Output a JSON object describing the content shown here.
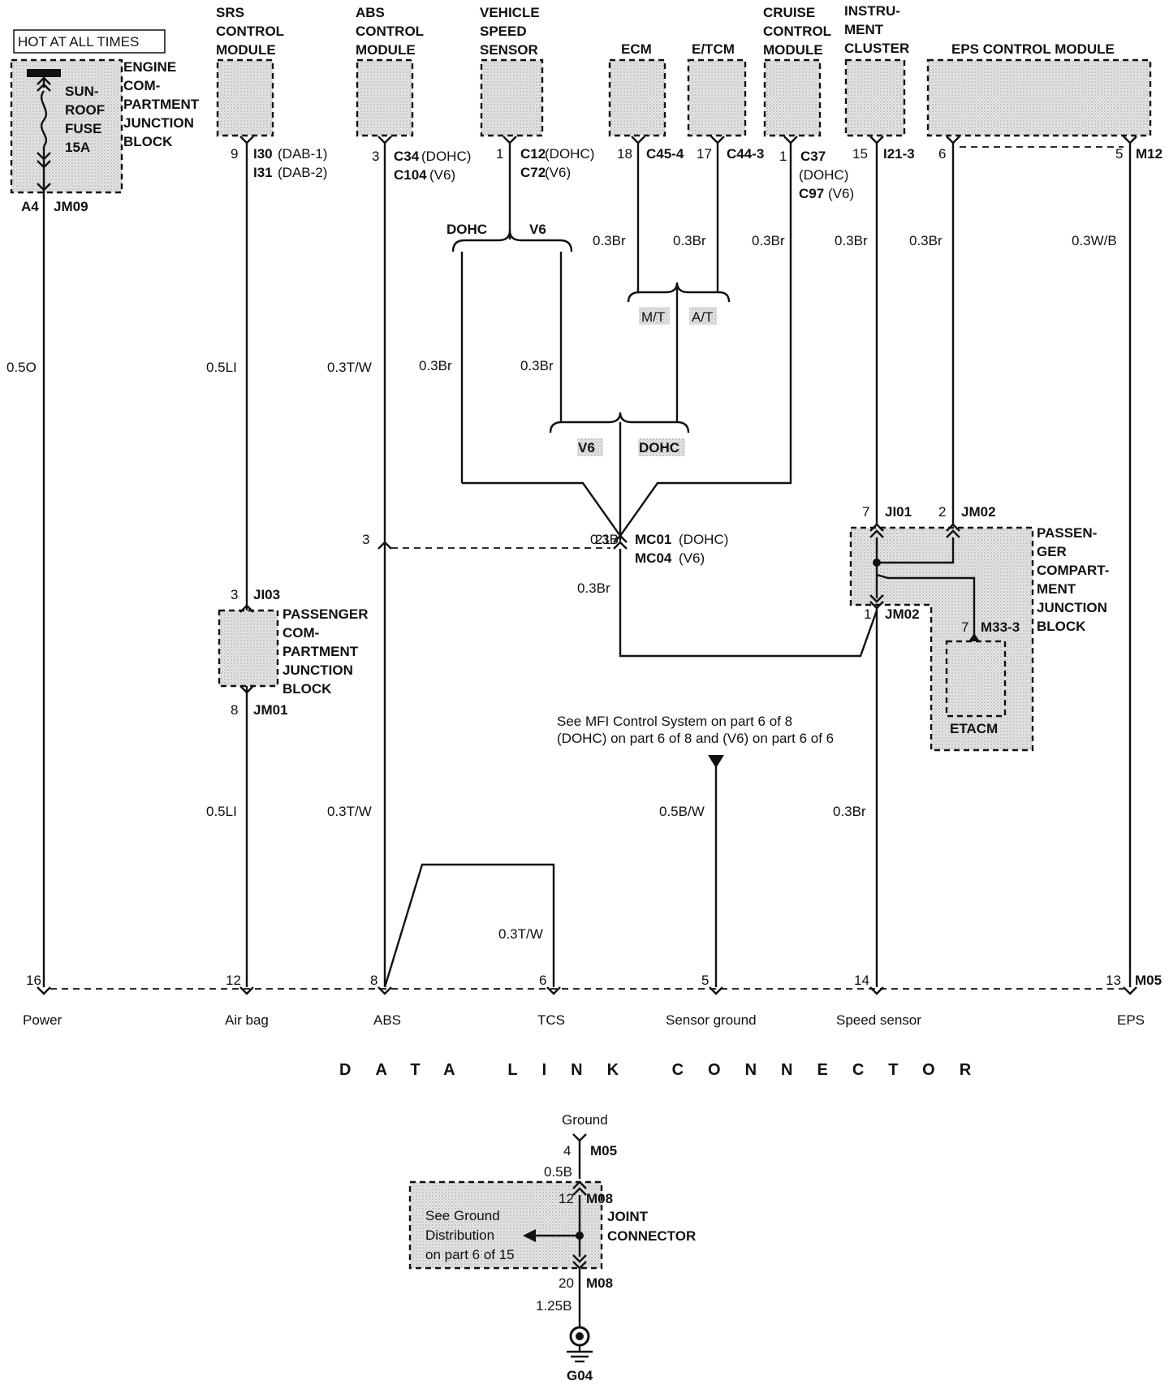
{
  "hot_label": "HOT AT ALL TIMES",
  "fuse_lines": [
    "SUN-",
    "ROOF",
    "FUSE",
    "15A"
  ],
  "engine_jb_lines": [
    "ENGINE",
    "COM-",
    "PARTMENT",
    "JUNCTION",
    "BLOCK"
  ],
  "srs_lines": [
    "SRS",
    "CONTROL",
    "MODULE"
  ],
  "abs_lines": [
    "ABS",
    "CONTROL",
    "MODULE"
  ],
  "vss_lines": [
    "VEHICLE",
    "SPEED",
    "SENSOR"
  ],
  "ecm": "ECM",
  "etcm": "E/TCM",
  "cruise_lines": [
    "CRUISE",
    "CONTROL",
    "MODULE"
  ],
  "cluster_lines": [
    "INSTRU-",
    "MENT",
    "CLUSTER"
  ],
  "eps_module": "EPS CONTROL MODULE",
  "conn": {
    "a4": "A4",
    "jm09": "JM09",
    "p9": "9",
    "i30": "I30",
    "i30s": "(DAB-1)",
    "i31": "I31",
    "i31s": "(DAB-2)",
    "p3abs": "3",
    "c34": "C34",
    "c34s": "(DOHC)",
    "c104": "C104",
    "c104s": "(V6)",
    "p1vss": "1",
    "c12": "C12",
    "c12s": "(DOHC)",
    "c72": "C72",
    "c72s": "(V6)",
    "p18": "18",
    "c45": "C45-4",
    "p17": "17",
    "c44": "C44-3",
    "p1cr": "1",
    "c37": "C37",
    "c37s": "(DOHC)",
    "c97": "C97",
    "c97s": "(V6)",
    "p15": "15",
    "i21": "I21-3",
    "p6eps": "6",
    "p5eps": "5",
    "m12": "M12",
    "p7ji01": "7",
    "ji01": "JI01",
    "p2jm02": "2",
    "jm02a": "JM02",
    "p1jm02": "1",
    "jm02b": "JM02",
    "p7m33": "7",
    "m33": "M33-3",
    "etacm": "ETACM",
    "p3ji03": "3",
    "ji03": "JI03",
    "p8jm01": "8",
    "jm01": "JM01",
    "p3mc": "3",
    "p21": "21",
    "mc01": "MC01",
    "mc01s": "(DOHC)",
    "mc04": "MC04",
    "mc04s": "(V6)"
  },
  "pcjb_right_lines": [
    "PASSEN-",
    "GER",
    "COMPART-",
    "MENT",
    "JUNCTION",
    "BLOCK"
  ],
  "pcjb_left_lines": [
    "PASSENGER",
    "COM-",
    "PARTMENT",
    "JUNCTION",
    "BLOCK"
  ],
  "wires": {
    "w05o": "0.5O",
    "w05li": "0.5LI",
    "w03tw": "0.3T/W",
    "w03br": "0.3Br",
    "w03wb": "0.3W/B",
    "w05bw": "0.5B/W",
    "w05li2": "0.5LI",
    "w03tw2": "0.3T/W",
    "w03tw3": "0.3T/W",
    "w03br_speed": "0.3Br",
    "w05b": "0.5B",
    "w125b": "1.25B"
  },
  "branch": {
    "dohc": "DOHC",
    "v6": "V6",
    "mt": "M/T",
    "at": "A/T",
    "v6b": "V6",
    "dohcb": "DOHC"
  },
  "note_mfi": [
    "See MFI Control System on part 6 of 8",
    "(DOHC) on part 6 of 8 and (V6) on part 6 of 6"
  ],
  "dlc_pins": [
    {
      "pin": "16",
      "name": "Power"
    },
    {
      "pin": "12",
      "name": "Air bag"
    },
    {
      "pin": "8",
      "name": "ABS"
    },
    {
      "pin": "6",
      "name": "TCS"
    },
    {
      "pin": "5",
      "name": "Sensor ground"
    },
    {
      "pin": "14",
      "name": "Speed sensor"
    },
    {
      "pin": "13",
      "name": "EPS"
    }
  ],
  "m05": "M05",
  "dlc_title": "DATA LINK CONNECTOR",
  "ground_label": "Ground",
  "gnd": {
    "p4": "4",
    "m05": "M05",
    "p12": "12",
    "m08a": "M08",
    "p20": "20",
    "m08b": "M08"
  },
  "joint_connector_lines": [
    "JOINT",
    "CONNECTOR"
  ],
  "ground_dist_lines": [
    "See Ground",
    "Distribution",
    "on part 6 of 15"
  ],
  "g04": "G04"
}
